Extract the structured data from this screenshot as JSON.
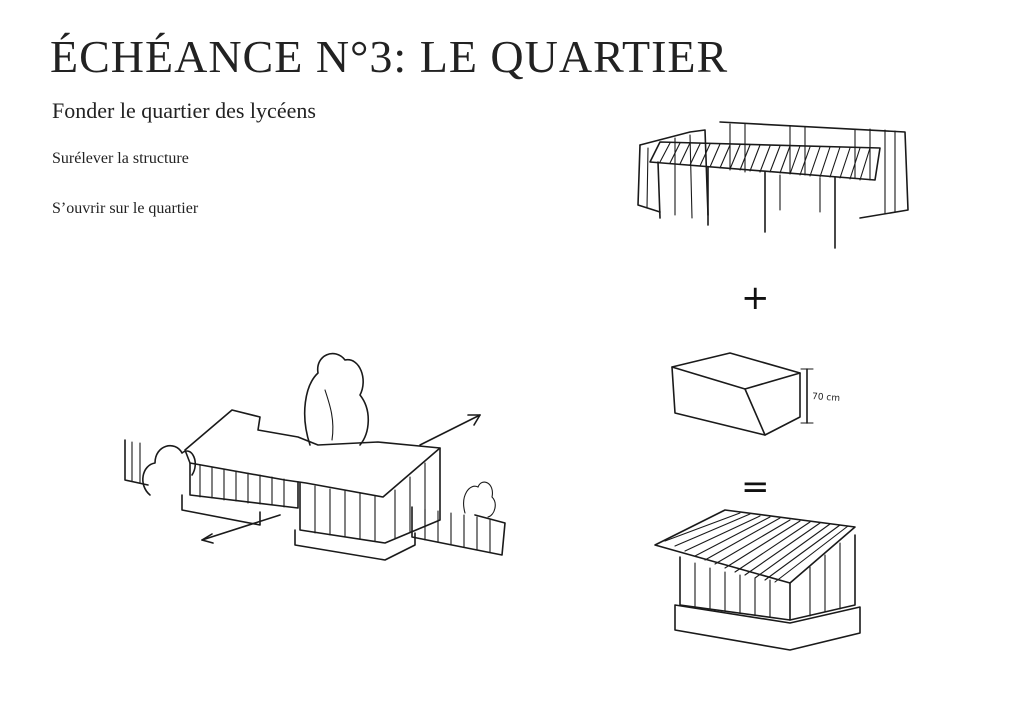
{
  "page": {
    "title": "ÉCHÉANCE N°3: LE QUARTIER",
    "subtitle": "Fonder le quartier des lycéens",
    "points": [
      "Surélever la structure",
      "S’ouvrir sur le quartier"
    ]
  },
  "sketches": {
    "plus_symbol": "+",
    "equals_symbol": "=",
    "dimension_label": "70 cm"
  },
  "colors": {
    "ink": "#1a1a1a",
    "background": "#ffffff"
  }
}
